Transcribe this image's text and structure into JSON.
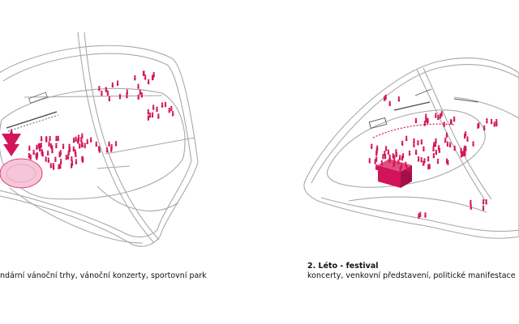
{
  "panels": [
    {
      "id": "winter",
      "title": "",
      "subtitle": "undární vánoční trhy, vánoční konzerty, sportovní park",
      "accent": "#d4145a",
      "features": [
        "christmas-tree",
        "ice-rink",
        "crowd"
      ]
    },
    {
      "id": "summer",
      "title": "2. Léto - festival",
      "subtitle": "koncerty, venkovní představení, politické manifestace",
      "accent": "#d4145a",
      "features": [
        "stage-cube",
        "crowd",
        "people-trail"
      ]
    }
  ],
  "colors": {
    "line": "#9a9a9a",
    "fill": "#ffffff",
    "accent": "#d4145a",
    "pale_accent": "#f4c6d8"
  }
}
